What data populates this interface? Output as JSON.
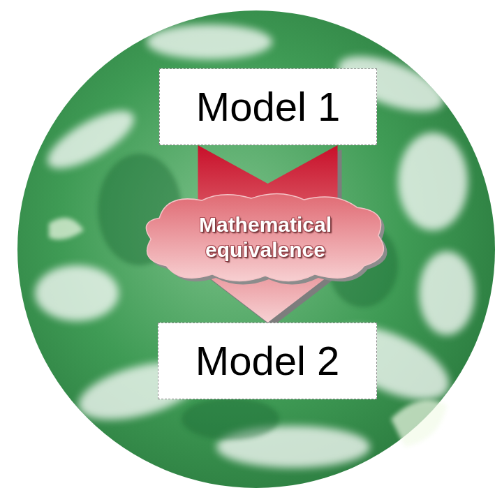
{
  "diagram": {
    "nodes": [
      {
        "text": [
          "Model 1"
        ]
      },
      {
        "text": [
          "Mathematical equivalence"
        ]
      },
      {
        "text": [
          "Model 2"
        ]
      }
    ],
    "edges": [
      {
        "from": 0,
        "to": 2,
        "arrow": "to"
      }
    ]
  }
}
